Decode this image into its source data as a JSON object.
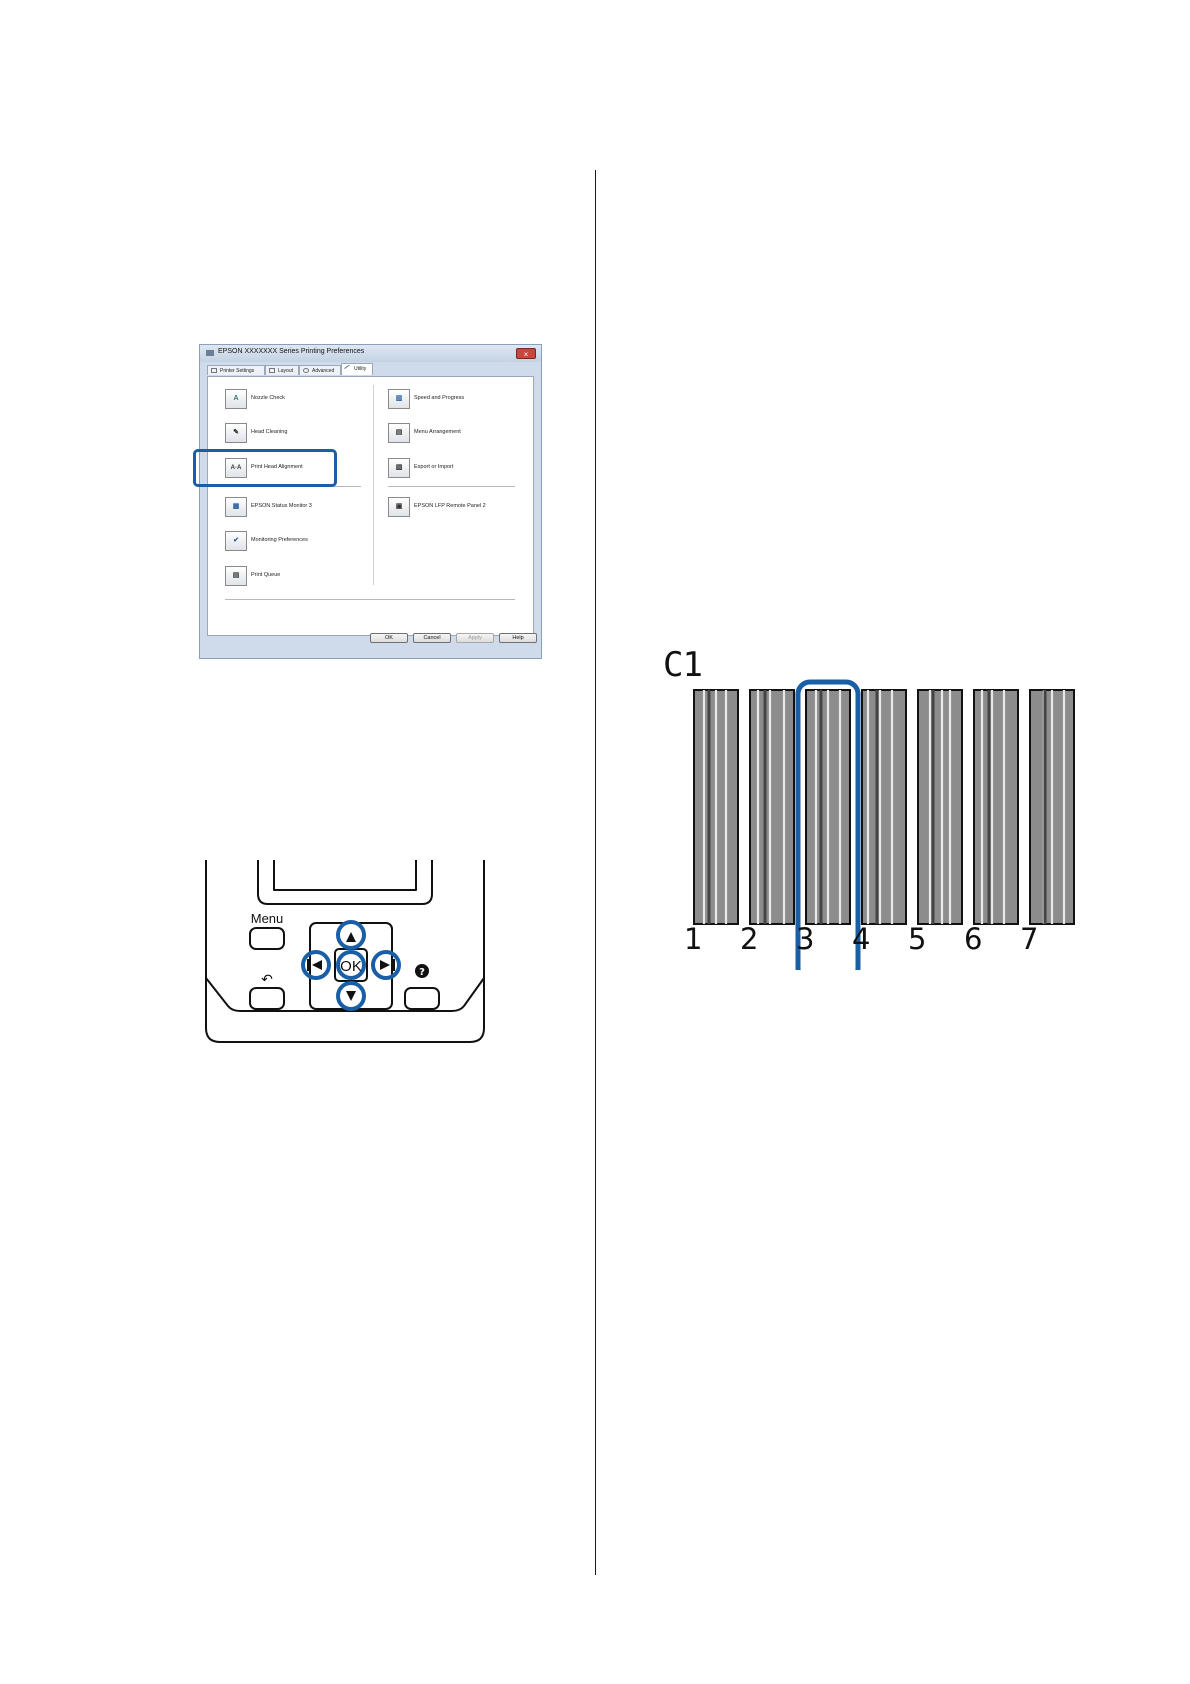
{
  "dialog": {
    "title": "EPSON XXXXXXX Series Printing Preferences",
    "close_glyph": "×",
    "tabs": [
      "Printer Settings",
      "Layout",
      "Advanced",
      "Utility"
    ],
    "active_tab": "Utility",
    "left_items": [
      {
        "label": "Nozzle Check",
        "icon": "nozzle-check-icon",
        "glyph": "A"
      },
      {
        "label": "Head Cleaning",
        "icon": "head-cleaning-icon",
        "glyph": "✎"
      },
      {
        "label": "Print Head Alignment",
        "icon": "print-head-alignment-icon",
        "glyph": "A·A"
      },
      {
        "label": "EPSON Status Monitor 3",
        "icon": "status-monitor-icon",
        "glyph": "▦"
      },
      {
        "label": "Monitoring Preferences",
        "icon": "monitoring-preferences-icon",
        "glyph": "✔"
      },
      {
        "label": "Print Queue",
        "icon": "print-queue-icon",
        "glyph": "▤"
      }
    ],
    "right_items": [
      {
        "label": "Speed and Progress",
        "icon": "speed-progress-icon",
        "glyph": "▥"
      },
      {
        "label": "Menu Arrangement",
        "icon": "menu-arrangement-icon",
        "glyph": "▤"
      },
      {
        "label": "Export or Import",
        "icon": "export-import-icon",
        "glyph": "▧"
      },
      {
        "label": "EPSON LFP Remote Panel 2",
        "icon": "remote-panel-icon",
        "glyph": "▣"
      }
    ],
    "buttons": {
      "ok": "OK",
      "cancel": "Cancel",
      "apply": "Apply",
      "help": "Help"
    },
    "highlighted_item": "Print Head Alignment"
  },
  "control_panel": {
    "menu_label": "Menu",
    "ok_label": "OK",
    "back_glyph": "↶",
    "help_glyph": "?",
    "highlighted_buttons": [
      "up",
      "down",
      "left",
      "right",
      "ok"
    ]
  },
  "pattern": {
    "label": "C1",
    "numbers": [
      "1",
      "2",
      "3",
      "4",
      "5",
      "6",
      "7"
    ],
    "selected": "3",
    "highlight_color": "#1a5fa6"
  }
}
